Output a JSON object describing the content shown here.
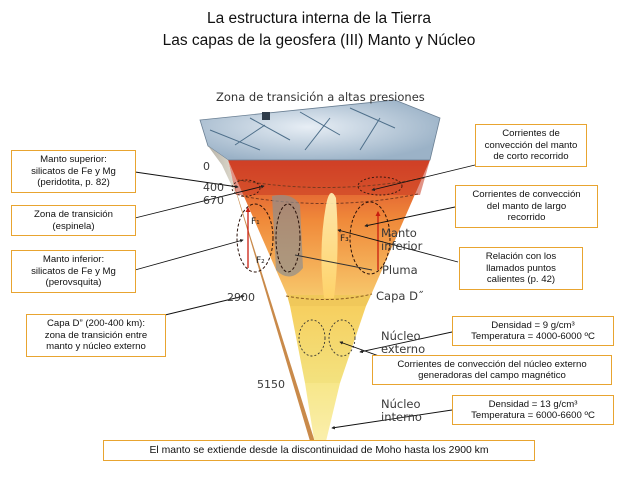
{
  "title_line1": "La estructura interna de la Tierra",
  "title_line2": "Las capas de la geosfera (III) Manto y Núcleo",
  "image_caption": "Zona de transición a altas presiones",
  "depths": {
    "d0": "0",
    "d400": "400",
    "d670": "670",
    "d2900": "2900",
    "d5150": "5150"
  },
  "fig_labels": {
    "manto_inferior": [
      "Manto",
      "inferior"
    ],
    "pluma": "Pluma",
    "capa_d": "Capa D˝",
    "nucleo_externo": [
      "Núcleo",
      "externo"
    ],
    "nucleo_interno": [
      "Núcleo",
      "interno"
    ],
    "f1": "F₁",
    "f2": "F₂",
    "f3": "F₃"
  },
  "boxes": {
    "manto_superior": [
      "Manto superior:",
      "silicatos de Fe y Mg",
      "(peridotita, p. 82)"
    ],
    "zona_transicion": [
      "Zona de transición",
      "(espinela)"
    ],
    "manto_inferior": [
      "Manto inferior:",
      "silicatos de Fe y Mg",
      "(perovsquita)"
    ],
    "capa_d": [
      "Capa D” (200-400 km):",
      "zona de transición entre",
      "manto y núcleo externo"
    ],
    "corrientes_corto": [
      "Corrientes de",
      "convección del manto",
      "de corto recorrido"
    ],
    "corrientes_largo": [
      "Corrientes de convección",
      "del manto de largo",
      "recorrido"
    ],
    "puntos_calientes": [
      "Relación con los",
      "llamados puntos",
      "calientes (p. 42)"
    ],
    "densidad_externo": [
      "Densidad = 9 g/cm³",
      "Temperatura = 4000-6000 ºC"
    ],
    "corrientes_nucleo": [
      "Corrientes de convección del núcleo externo",
      "generadoras del campo magnético"
    ],
    "densidad_interno": [
      "Densidad = 13 g/cm³",
      "Temperatura = 6000-6600 ºC"
    ]
  },
  "footer_note": "El manto se extiende desde la discontinuidad de Moho hasta los 2900 km"
}
